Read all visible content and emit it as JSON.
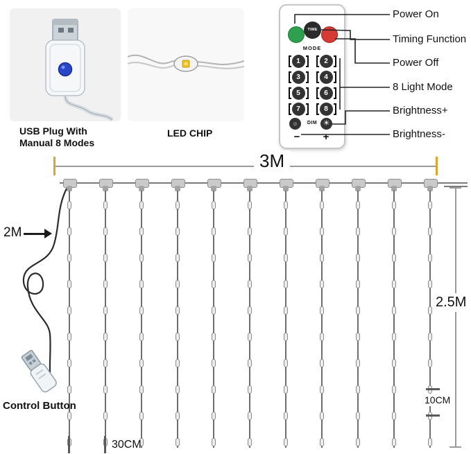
{
  "photos": {
    "usb": {
      "caption1": "USB Plug With",
      "caption2": "Manual 8 Modes"
    },
    "led": {
      "caption": "LED CHIP"
    }
  },
  "remote": {
    "time_label": "TIME",
    "mode_label": "MODE",
    "dim_label": "DIM",
    "minus_label": "−",
    "plus_label": "+",
    "dim_low_icon": "☼",
    "dim_high_icon": "☀",
    "numbers": [
      "1",
      "2",
      "3",
      "4",
      "5",
      "6",
      "7",
      "8"
    ],
    "colors": {
      "power_on": "#2fa04e",
      "power_off": "#d63a34",
      "mode_button": "#333333"
    }
  },
  "callouts": [
    {
      "label": "Power On"
    },
    {
      "label": "Timing Function"
    },
    {
      "label": "Power Off"
    },
    {
      "label": "8 Light Mode"
    },
    {
      "label": "Brightness+"
    },
    {
      "label": "Brightness-"
    }
  ],
  "diagram": {
    "width_label": "3M",
    "cable_label": "2M",
    "height_label": "2.5M",
    "strand_spacing_label": "30CM",
    "led_spacing_label": "10CM",
    "control_label": "Control Button",
    "strand_count": 11,
    "beads_per_strand": 10,
    "accent_tick_color": "#d9a62e"
  }
}
